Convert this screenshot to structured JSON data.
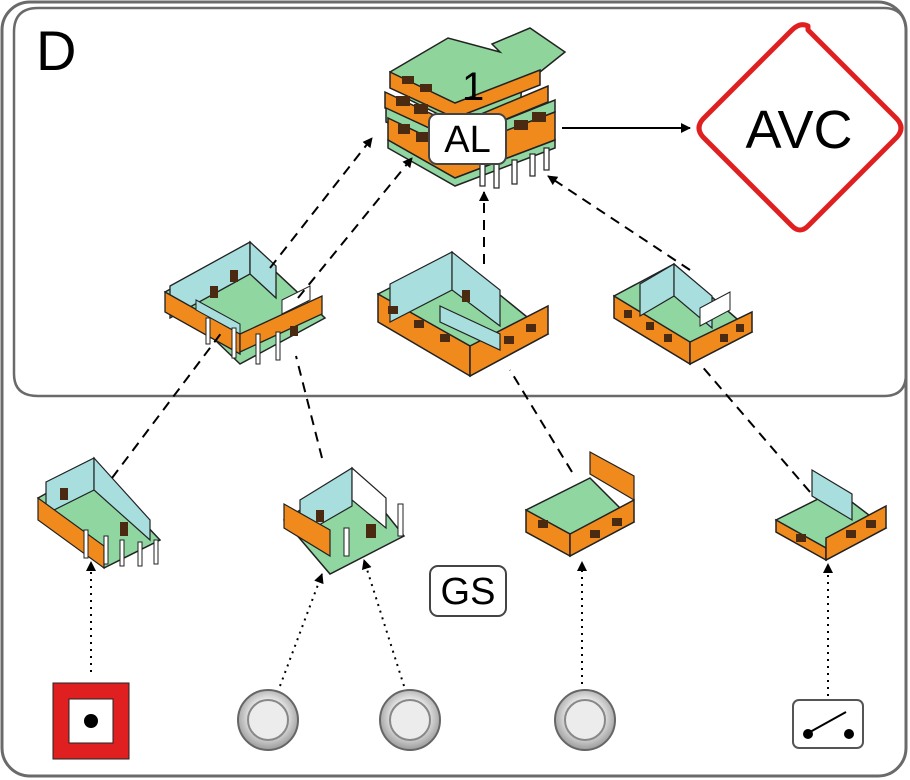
{
  "diagram": {
    "zone_label": "D",
    "main_building_number": "1",
    "main_building_tag": "AL",
    "destination_label": "AVC",
    "group_tag": "GS"
  },
  "nodes": {
    "main_building": "building-icon",
    "destination": "avc-diamond",
    "upper_floors": [
      "building-floor-icon",
      "building-floor-icon",
      "building-floor-icon"
    ],
    "lower_rooms": [
      "room-section-icon",
      "room-section-icon",
      "room-section-icon",
      "room-section-icon"
    ],
    "devices": [
      "manual-call-point-icon",
      "smoke-detector-icon",
      "smoke-detector-icon",
      "smoke-detector-icon",
      "switch-contact-icon"
    ]
  },
  "colors": {
    "wall_orange": "#f08a1c",
    "floor_green": "#8fd6a0",
    "roof_green": "#8fd49a",
    "wall_teal": "#a8dede",
    "avc_red": "#e02020",
    "mcp_red": "#e02020",
    "panel_border": "#666666"
  }
}
